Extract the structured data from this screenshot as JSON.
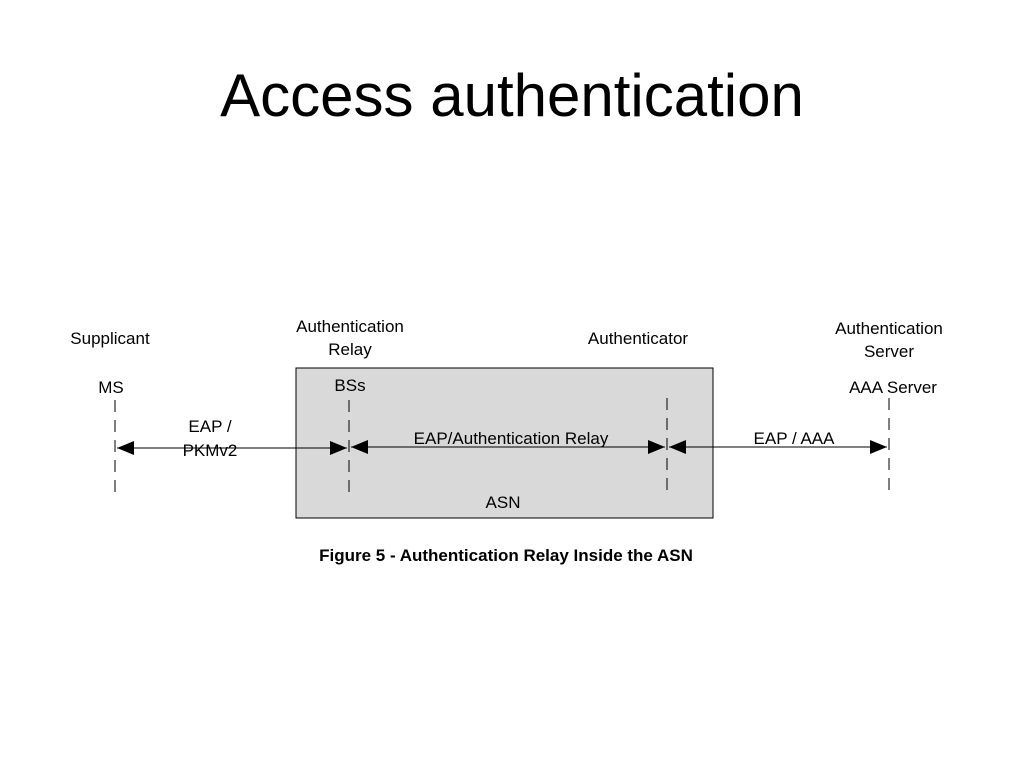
{
  "slide": {
    "title": "Access authentication"
  },
  "diagram": {
    "roles": {
      "supplicant": "Supplicant",
      "auth_relay_line1": "Authentication",
      "auth_relay_line2": "Relay",
      "authenticator": "Authenticator",
      "auth_server_line1": "Authentication",
      "auth_server_line2": "Server"
    },
    "entities": {
      "ms": "MS",
      "bss": "BSs",
      "aaa_server": "AAA Server",
      "asn": "ASN"
    },
    "links": {
      "eap_pkm_line1": "EAP /",
      "eap_pkm_line2": "PKMv2",
      "eap_auth_relay": "EAP/Authentication Relay",
      "eap_aaa": "EAP / AAA"
    },
    "caption": "Figure 5 - Authentication Relay Inside the ASN",
    "colors": {
      "asn_box_fill": "#d9d9d9",
      "stroke": "#000000"
    }
  }
}
